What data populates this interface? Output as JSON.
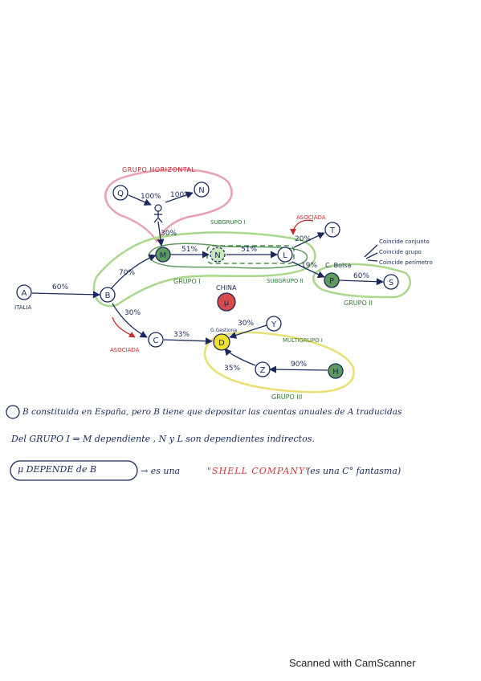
{
  "labels": {
    "grupo_horizontal": "GRUPO HORIZONTAL",
    "subgrupo_1": "SUBGRUPO I",
    "subgrupo_2": "SUBGRUPO II",
    "grupo_1": "GRUPO I",
    "grupo_2": "GRUPO II",
    "grupo_3": "GRUPO III",
    "multigrupo_1": "MULTIGRUPO I",
    "asociada_top": "ASOCIADA",
    "asociada_bottom": "ASOCIADA",
    "china": "CHINA",
    "italia": "ITALIA",
    "c_bolsa": "C. Bolsa",
    "coincide_1": "Coincide conjunto",
    "coincide_2": "Coincide grupo",
    "coincide_3": "Coincide perímetro",
    "g_gestiona": "G.Gestiona"
  },
  "nodes": {
    "Q": "Q",
    "N_top": "N",
    "A": "A",
    "B": "B",
    "M": "M",
    "N": "N",
    "L": "L",
    "T": "T",
    "P": "P",
    "S": "S",
    "C": "C",
    "D": "D",
    "Y": "Y",
    "Z": "Z",
    "H": "H",
    "Mu": "μ"
  },
  "edges": {
    "q_person": "100%",
    "person_n": "100%",
    "person_m": "30%",
    "a_b": "60%",
    "b_m": "70%",
    "m_n": "51%",
    "n_l": "51%",
    "l_t": "20%",
    "l_p": "19%",
    "p_s": "60%",
    "b_c": "30%",
    "c_d": "33%",
    "y_d": "30%",
    "h_z": "90%",
    "z_d": "35%"
  },
  "notes": {
    "line1": "B constituida en España, pero B tiene que depositar las cuentas anuales de A traducidas",
    "line2": "Del GRUPO I ⇒ M dependiente , N y L son dependientes indirectos.",
    "line3_box": "μ DEPENDE de B",
    "line3_mid": "→ es una",
    "line3_red": "\"SHELL COMPANY\"",
    "line3_end": "(es una C° fantasma)"
  },
  "footer": {
    "scanner": "Scanned with CamScanner"
  },
  "colors": {
    "ink": "#1a2a5c",
    "pink": "#e8a0b4",
    "green": "#a8d88a",
    "yellow": "#e8e070",
    "red": "#cc2a2a",
    "node_green": "#5f9a5f"
  }
}
